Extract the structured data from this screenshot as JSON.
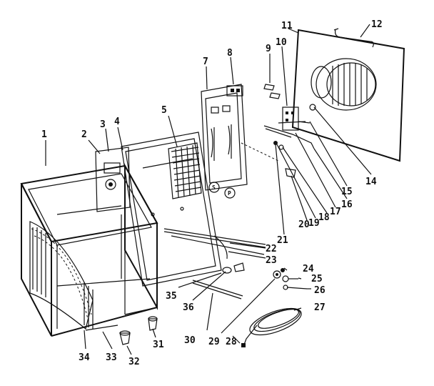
{
  "diagram": {
    "part_labels": [
      {
        "id": "p1",
        "text": "1"
      },
      {
        "id": "p2",
        "text": "2"
      },
      {
        "id": "p3",
        "text": "3"
      },
      {
        "id": "p4",
        "text": "4"
      },
      {
        "id": "p5",
        "text": "5"
      },
      {
        "id": "p7",
        "text": "7"
      },
      {
        "id": "p8",
        "text": "8"
      },
      {
        "id": "p9",
        "text": "9"
      },
      {
        "id": "p10",
        "text": "10"
      },
      {
        "id": "p11",
        "text": "11"
      },
      {
        "id": "p12",
        "text": "12"
      },
      {
        "id": "p14",
        "text": "14"
      },
      {
        "id": "p15",
        "text": "15"
      },
      {
        "id": "p16",
        "text": "16"
      },
      {
        "id": "p17",
        "text": "17"
      },
      {
        "id": "p18",
        "text": "18"
      },
      {
        "id": "p19",
        "text": "19"
      },
      {
        "id": "p20",
        "text": "20"
      },
      {
        "id": "p21",
        "text": "21"
      },
      {
        "id": "p22",
        "text": "22"
      },
      {
        "id": "p23",
        "text": "23"
      },
      {
        "id": "p24",
        "text": "24"
      },
      {
        "id": "p25",
        "text": "25"
      },
      {
        "id": "p26",
        "text": "26"
      },
      {
        "id": "p27",
        "text": "27"
      },
      {
        "id": "p28",
        "text": "28"
      },
      {
        "id": "p29",
        "text": "29"
      },
      {
        "id": "p30",
        "text": "30"
      },
      {
        "id": "p31",
        "text": "31"
      },
      {
        "id": "p32",
        "text": "32"
      },
      {
        "id": "p33",
        "text": "33"
      },
      {
        "id": "p34",
        "text": "34"
      },
      {
        "id": "p35",
        "text": "35"
      },
      {
        "id": "p36",
        "text": "36"
      }
    ],
    "circle_marks": [
      {
        "id": "s",
        "text": "S"
      },
      {
        "id": "p",
        "text": "P"
      }
    ]
  }
}
